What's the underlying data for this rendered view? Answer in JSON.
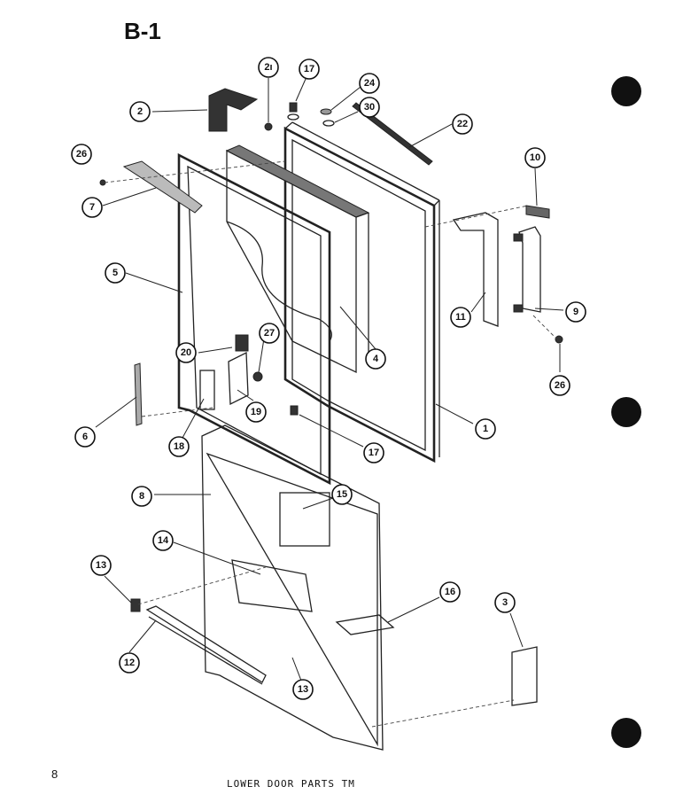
{
  "header": {
    "title": "B-1"
  },
  "footer": {
    "page_number": "8",
    "caption": "LOWER DOOR PARTS  TM"
  },
  "callouts": [
    {
      "id": "c1",
      "label": "1"
    },
    {
      "id": "c2",
      "label": "2"
    },
    {
      "id": "c2b",
      "label": "2ı"
    },
    {
      "id": "c3",
      "label": "3"
    },
    {
      "id": "c4",
      "label": "4"
    },
    {
      "id": "c5",
      "label": "5"
    },
    {
      "id": "c6",
      "label": "6"
    },
    {
      "id": "c7",
      "label": "7"
    },
    {
      "id": "c8",
      "label": "8"
    },
    {
      "id": "c9",
      "label": "9"
    },
    {
      "id": "c10",
      "label": "10"
    },
    {
      "id": "c11",
      "label": "11"
    },
    {
      "id": "c12",
      "label": "12"
    },
    {
      "id": "c13a",
      "label": "13"
    },
    {
      "id": "c13b",
      "label": "13"
    },
    {
      "id": "c14",
      "label": "14"
    },
    {
      "id": "c15",
      "label": "15"
    },
    {
      "id": "c16",
      "label": "16"
    },
    {
      "id": "c17a",
      "label": "17"
    },
    {
      "id": "c17b",
      "label": "17"
    },
    {
      "id": "c18",
      "label": "18"
    },
    {
      "id": "c19",
      "label": "19"
    },
    {
      "id": "c20",
      "label": "20"
    },
    {
      "id": "c22",
      "label": "22"
    },
    {
      "id": "c24",
      "label": "24"
    },
    {
      "id": "c26a",
      "label": "26"
    },
    {
      "id": "c26b",
      "label": "26"
    },
    {
      "id": "c27",
      "label": "27"
    },
    {
      "id": "c30",
      "label": "30"
    }
  ]
}
